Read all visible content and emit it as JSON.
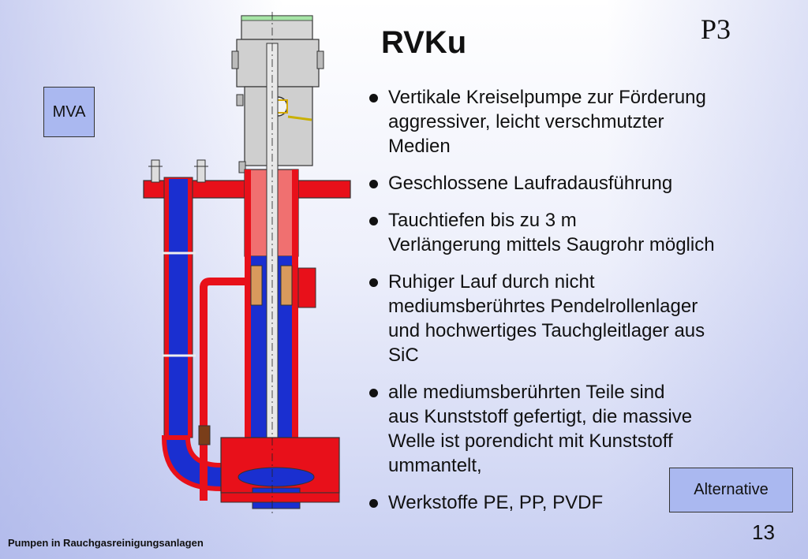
{
  "slide": {
    "title": "RVKu",
    "code": "P3",
    "page_number": "13",
    "footer": "Pumpen in Rauchgasreinigungsanlagen"
  },
  "tags": {
    "left": "MVA",
    "right": "Alternative"
  },
  "bullets": [
    {
      "lines": [
        "Vertikale Kreiselpumpe zur Förderung",
        "aggressiver, leicht verschmutzter",
        "Medien"
      ]
    },
    {
      "lines": [
        "Geschlossene Laufradausführung"
      ]
    },
    {
      "lines": [
        "Tauchtiefen bis zu 3 m",
        "Verlängerung mittels Saugrohr möglich"
      ]
    },
    {
      "lines": [
        "Ruhiger Lauf durch nicht",
        "mediumsberührtes Pendelrollenlager",
        "und hochwertiges Tauchgleitlager aus",
        "SiC"
      ]
    },
    {
      "lines": [
        "alle mediumsberührten Teile sind",
        "aus Kunststoff gefertigt, die massive",
        "Welle ist porendicht mit Kunststoff",
        "ummantelt,"
      ]
    },
    {
      "lines": [
        "Werkstoffe PE, PP, PVDF"
      ]
    }
  ],
  "colors": {
    "pump_red": "#e8101a",
    "pump_blue": "#1a2fd0",
    "pump_salmon": "#f07070",
    "pump_grey": "#cfcfcf",
    "tag_fill": "#aab8f0"
  },
  "icons": {
    "diagram": "vertical-pump-cross-section"
  }
}
